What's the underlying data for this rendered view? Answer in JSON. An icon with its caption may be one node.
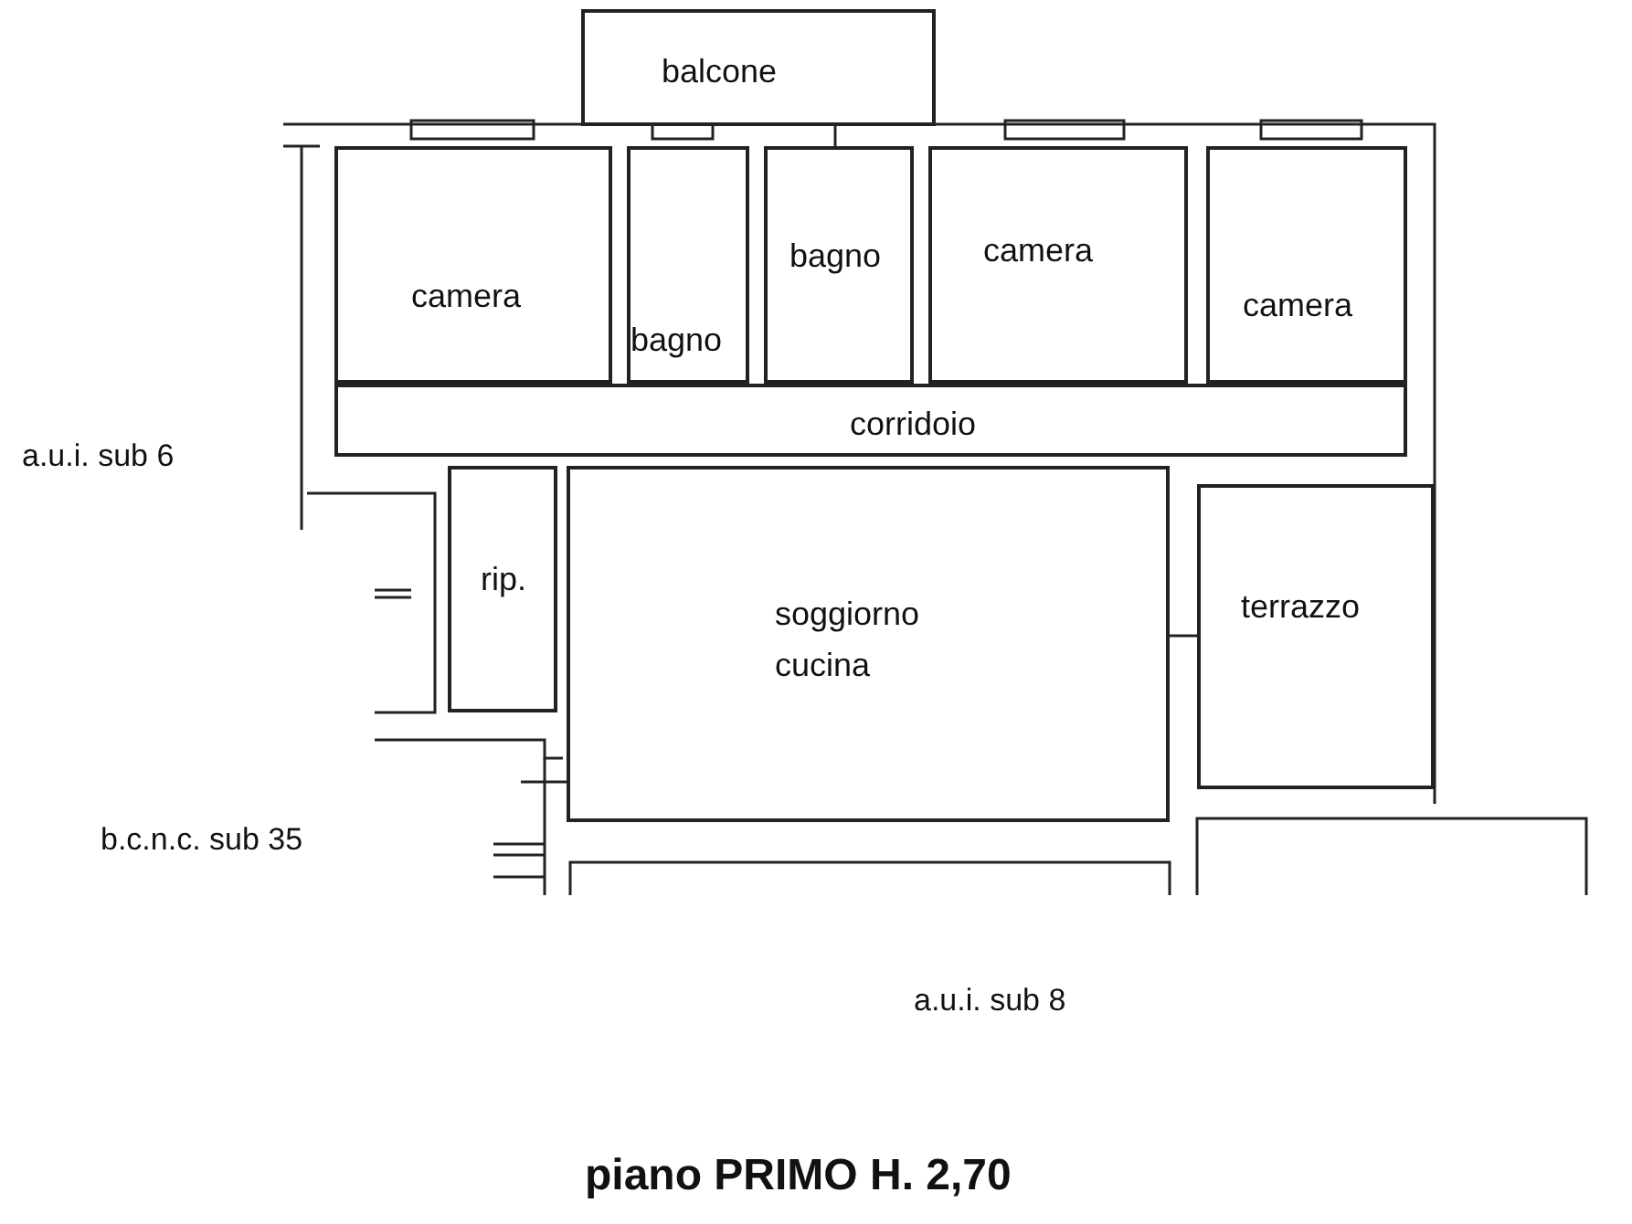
{
  "diagram": {
    "title": "piano PRIMO H. 2,70",
    "nodes": [
      {
        "text": [
          "balcone"
        ]
      },
      {
        "text": [
          "camera"
        ]
      },
      {
        "text": [
          "bagno"
        ]
      },
      {
        "text": [
          "camera"
        ]
      },
      {
        "text": [
          "camera"
        ]
      },
      {
        "text": [
          "bagno"
        ]
      },
      {
        "text": [
          "corridoio"
        ]
      },
      {
        "text": [
          "rip."
        ]
      },
      {
        "text": [
          "soggiorno cucina"
        ]
      },
      {
        "text": [
          "terrazzo"
        ]
      }
    ],
    "labels": [
      "a.u.i. sub 6",
      "b.c.n.c. sub 35",
      "a.u.i. sub 8"
    ]
  }
}
